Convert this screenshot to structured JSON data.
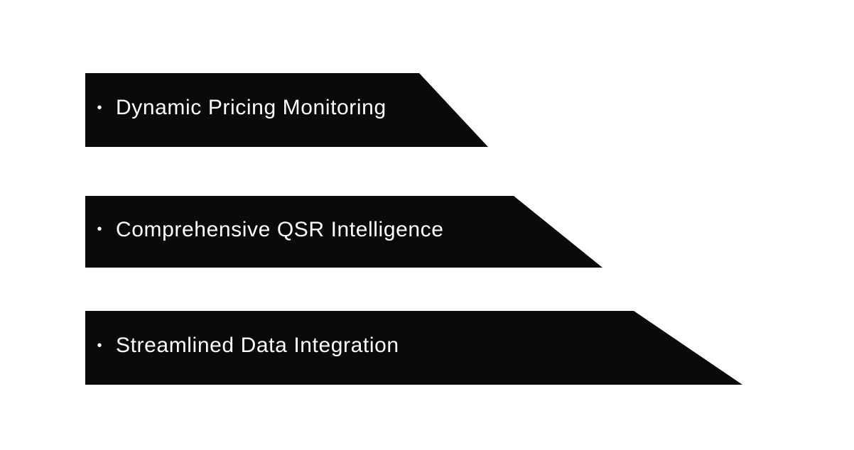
{
  "slide": {
    "page_background": "#ffffff",
    "banner_color": "#0a0a0a",
    "text_color": "#ffffff",
    "bullet_char": "•"
  },
  "banners": [
    {
      "label": "Dynamic Pricing Monitoring"
    },
    {
      "label": "Comprehensive QSR Intelligence"
    },
    {
      "label": "Streamlined Data Integration"
    }
  ]
}
